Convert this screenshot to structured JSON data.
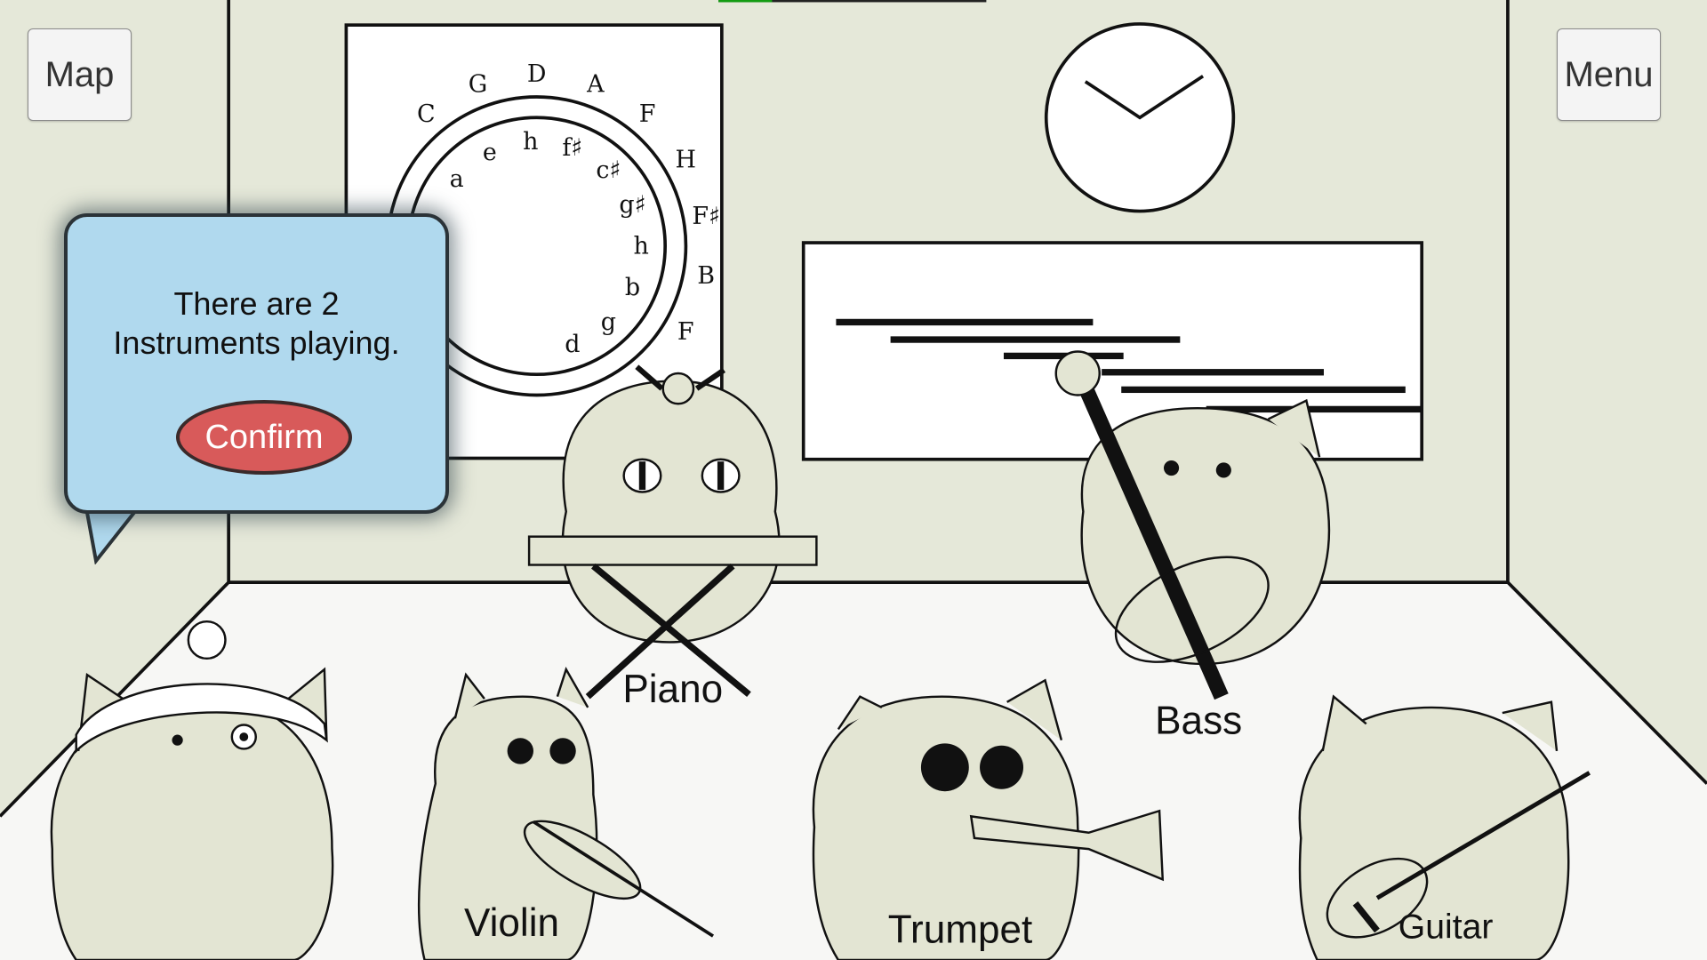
{
  "top_progress": {
    "fraction": 0.2,
    "fill_color": "#129c12"
  },
  "buttons": {
    "map": "Map",
    "menu": "Menu"
  },
  "dialog": {
    "line1": "There are 2",
    "line2": "Instruments playing.",
    "confirm": "Confirm"
  },
  "poster": {
    "outer_labels": [
      "C",
      "G",
      "D",
      "A",
      "F",
      "H",
      "F♯",
      "B",
      "F"
    ],
    "inner_labels": [
      "a",
      "e",
      "h",
      "f♯",
      "c♯",
      "g♯",
      "h",
      "b",
      "g",
      "d"
    ]
  },
  "characters": [
    {
      "label": ""
    },
    {
      "label": "Violin"
    },
    {
      "label": "Piano"
    },
    {
      "label": "Trumpet"
    },
    {
      "label": "Bass"
    },
    {
      "label": "Guitar"
    }
  ],
  "colors": {
    "wall": "#e5e8d9",
    "floor": "#f7f7f5",
    "creature": "#e3e5d3",
    "dialog": "#b0d9ee",
    "confirm": "#d85a5a"
  }
}
